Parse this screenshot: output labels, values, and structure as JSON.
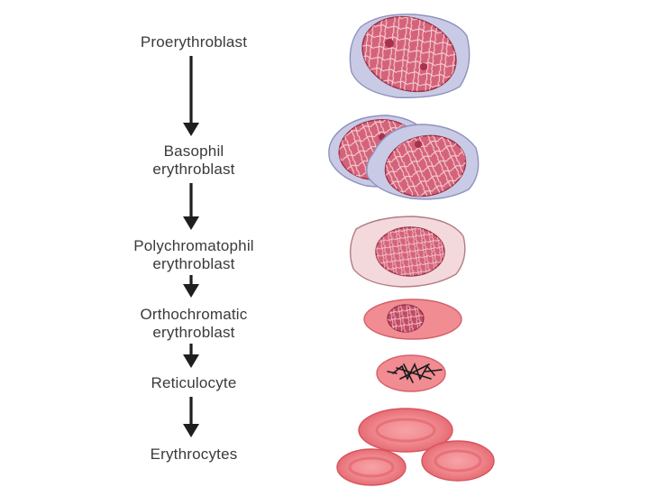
{
  "stages": [
    {
      "id": "proerythroblast",
      "lines": [
        "Proerythroblast"
      ]
    },
    {
      "id": "basophil",
      "lines": [
        "Basophil",
        "erythroblast"
      ]
    },
    {
      "id": "polychromatophil",
      "lines": [
        "Polychromatophil",
        "erythroblast"
      ]
    },
    {
      "id": "orthochromatic",
      "lines": [
        "Orthochromatic",
        "erythroblast"
      ]
    },
    {
      "id": "reticulocyte",
      "lines": [
        "Reticulocyte"
      ]
    },
    {
      "id": "erythrocytes",
      "lines": [
        "Erythrocytes"
      ]
    }
  ],
  "colors": {
    "text": "#3a3a3a",
    "arrow": "#1e1e1e",
    "cytoplasm_basophilic": "#c9cbe6",
    "cytoplasm_polychromatic": "#f3d9dc",
    "cytoplasm_acidophilic": "#f08c92",
    "nucleus": "#d4637a",
    "chromatin": "#9c2f48"
  }
}
